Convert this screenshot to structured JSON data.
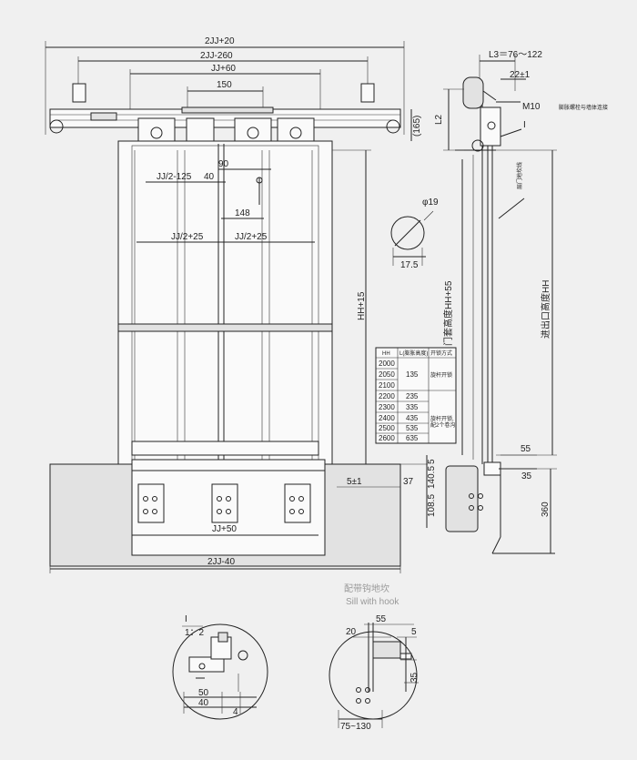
{
  "front_view": {
    "dims_top": [
      "2JJ+20",
      "2JJ-260",
      "JJ+60",
      "150"
    ],
    "dim_90": "90",
    "dim_jj2_125": "JJ/2-125",
    "dim_40": "40",
    "dim_148": "148",
    "dim_jj2_25_left": "JJ/2+25",
    "dim_jj2_25_right": "JJ/2+25",
    "dim_hh15": "HH+15",
    "dim_165": "(165)",
    "dim_5pm1": "5±1",
    "dim_37": "37",
    "dim_jj50": "JJ+50",
    "dim_2jj40": "2JJ-40",
    "dim_5": "5",
    "dim_140_5": "140.5",
    "dim_108_5": "108.5"
  },
  "side_view": {
    "dim_l3": "L3＝76～122",
    "dim_22": "22±1",
    "label_m10": "M10",
    "note_bolt": "膨胀螺栓与墙体连接",
    "label_l2": "L2",
    "label_roman": "I",
    "note_floor": "层门地坎线",
    "label_door_height": "门套高度HH+55",
    "label_entrance_height": "进出口高度HH",
    "dim_55": "55",
    "dim_35": "35",
    "dim_360": "360"
  },
  "circle_detail": {
    "dim_d19": "φ19",
    "dim_17_5": "17.5"
  },
  "table": {
    "headers": [
      "HH",
      "L(膨胀高度)",
      "开锁方式"
    ],
    "rows": [
      [
        "2000",
        "",
        ""
      ],
      [
        "2050",
        "135",
        "旋杆开锁"
      ],
      [
        "2100",
        "",
        ""
      ],
      [
        "2200",
        "235",
        ""
      ],
      [
        "2300",
        "335",
        ""
      ],
      [
        "2400",
        "435",
        "旋杆开锁,"
      ],
      [
        "2500",
        "535",
        "配2个卷沟"
      ],
      [
        "2600",
        "635",
        ""
      ]
    ]
  },
  "detail_i": {
    "label": "I",
    "scale": "1：2",
    "dims": [
      "50",
      "40",
      "4"
    ]
  },
  "detail_sill": {
    "caption_cn": "配带钩地坎",
    "caption_en": "Sill with hook",
    "dims": [
      "55",
      "20",
      "5",
      "35",
      "75~130"
    ]
  }
}
